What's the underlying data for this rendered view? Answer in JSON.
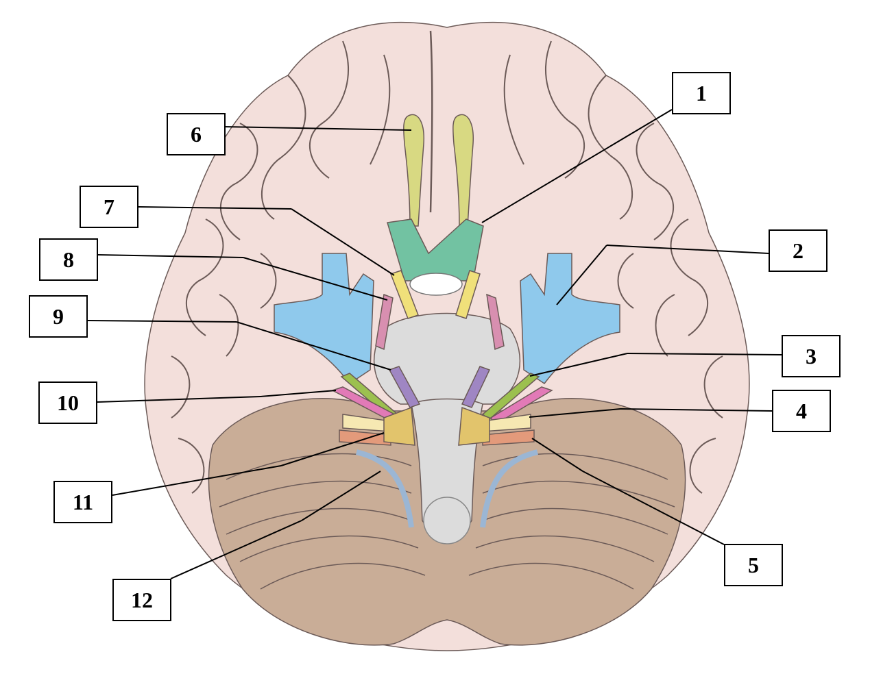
{
  "labels": [
    "1",
    "2",
    "3",
    "4",
    "5",
    "6",
    "7",
    "8",
    "9",
    "10",
    "11",
    "12"
  ],
  "colors": {
    "cerebrum": "#f3dfdb",
    "sulcus_line": "#6b5a57",
    "cerebellum": "#c9ad97",
    "brainstem": "#dcdcdc",
    "olfactory": "#d8d982",
    "optic": "#72c2a2",
    "oculomotor": "#f0e07a",
    "trochlear": "#d88fb0",
    "trigeminal": "#8fc9ec",
    "abducens": "#9f86c3",
    "facial": "#9cc04f",
    "vestibulocochlear": "#e27ab7",
    "glossopharyngeal": "#f6e8b2",
    "vagus": "#e39a7b",
    "accessory": "#9bb6d4",
    "hypoglossal_fan": "#e2c46c",
    "leader": "#000000"
  }
}
